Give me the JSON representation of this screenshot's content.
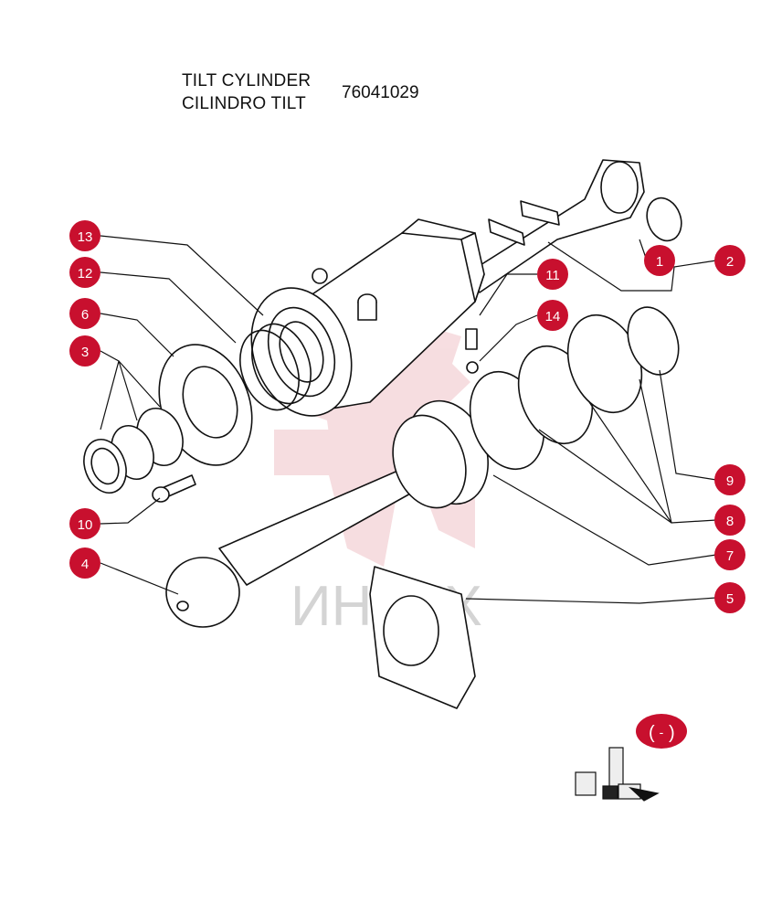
{
  "header": {
    "title_en": "TILT CYLINDER",
    "title_it": "CILINDRO TILT",
    "part_number": "76041029"
  },
  "watermark": {
    "text": "ИНТЕХ",
    "color": "#e8a0a8"
  },
  "callout_color": "#c8102e",
  "callouts": [
    "1",
    "2",
    "3",
    "4",
    "5",
    "6",
    "7",
    "8",
    "9",
    "10",
    "11",
    "12",
    "13",
    "14"
  ],
  "kit_badge": {
    "label": "-"
  }
}
